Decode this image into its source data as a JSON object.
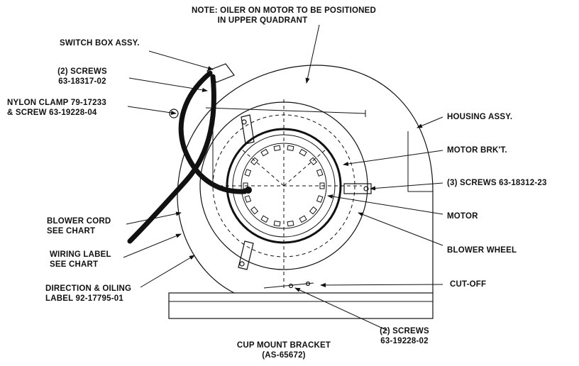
{
  "labels": {
    "note_line1": "NOTE: OILER ON MOTOR TO BE POSITIONED",
    "note_line2": "IN UPPER QUADRANT",
    "switch_box": "SWITCH BOX ASSY.",
    "screws_2a_line1": "(2) SCREWS",
    "screws_2a_line2": "63-18317-02",
    "nylon_clamp_line1": "NYLON CLAMP 79-17233",
    "nylon_clamp_line2": "& SCREW 63-19228-04",
    "housing": "HOUSING ASSY.",
    "motor_bracket": "MOTOR BRK'T.",
    "screws_3": "(3) SCREWS 63-18312-23",
    "motor": "MOTOR",
    "blower_cord_line1": "BLOWER CORD",
    "blower_cord_line2": "SEE CHART",
    "blower_wheel": "BLOWER WHEEL",
    "wiring_label_line1": "WIRING LABEL",
    "wiring_label_line2": "SEE CHART",
    "direction_line1": "DIRECTION & OILING",
    "direction_line2": "LABEL 92-17795-01",
    "cutoff": "CUT-OFF",
    "screws_2b_line1": "(2) SCREWS",
    "screws_2b_line2": "63-19228-02",
    "cup_mount_line1": "CUP MOUNT BRACKET",
    "cup_mount_line2": "(AS-65672)"
  }
}
